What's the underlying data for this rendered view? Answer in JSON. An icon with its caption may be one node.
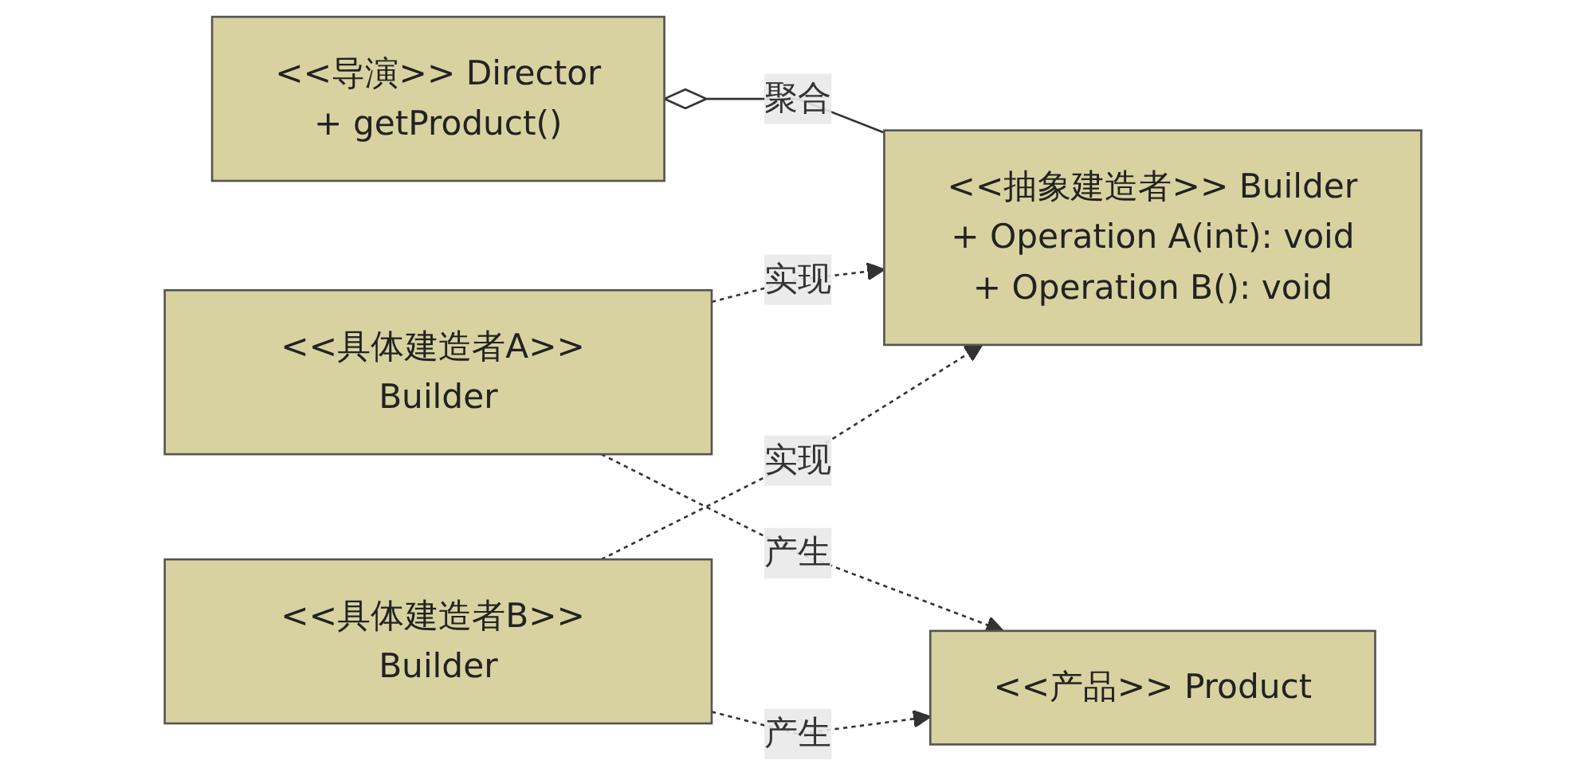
{
  "diagram": {
    "nodes": [
      {
        "text": [
          "<<导演>> Director",
          "+ getProduct()"
        ]
      },
      {
        "text": [
          "<<抽象建造者>> Builder",
          "+ Operation A(int): void",
          "+ Operation B(): void"
        ]
      },
      {
        "text": [
          "<<具体建造者A>> Builder"
        ]
      },
      {
        "text": [
          "<<具体建造者B>> Builder"
        ]
      },
      {
        "text": [
          "<<产品>> Product"
        ]
      }
    ],
    "edges": [
      {
        "from": 0,
        "to": 1,
        "arrow": "other",
        "label": "聚合"
      },
      {
        "from": 2,
        "to": 1,
        "arrow": "to",
        "label": "实现",
        "style": "dashed"
      },
      {
        "from": 3,
        "to": 1,
        "arrow": "to",
        "label": "实现",
        "style": "dashed"
      },
      {
        "from": 2,
        "to": 4,
        "arrow": "to",
        "label": "产生",
        "style": "dashed"
      },
      {
        "from": 3,
        "to": 4,
        "arrow": "to",
        "label": "产生",
        "style": "dashed"
      }
    ]
  }
}
